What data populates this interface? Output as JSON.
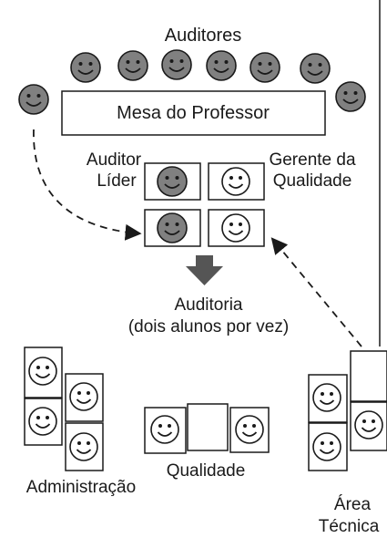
{
  "labels": {
    "auditores": "Auditores",
    "mesa_professor": "Mesa do Professor",
    "auditor_lider_line1": "Auditor",
    "auditor_lider_line2": "Líder",
    "gerente_line1": "Gerente da",
    "gerente_line2": "Qualidade",
    "auditoria_line1": "Auditoria",
    "auditoria_line2": "(dois alunos por vez)",
    "administracao": "Administração",
    "qualidade": "Qualidade",
    "area_line1": "Área",
    "area_line2": "Técnica"
  },
  "colors": {
    "gray_face": "#808080",
    "white_face": "#ffffff",
    "line": "#1a1a1a",
    "arrow": "#555555"
  }
}
